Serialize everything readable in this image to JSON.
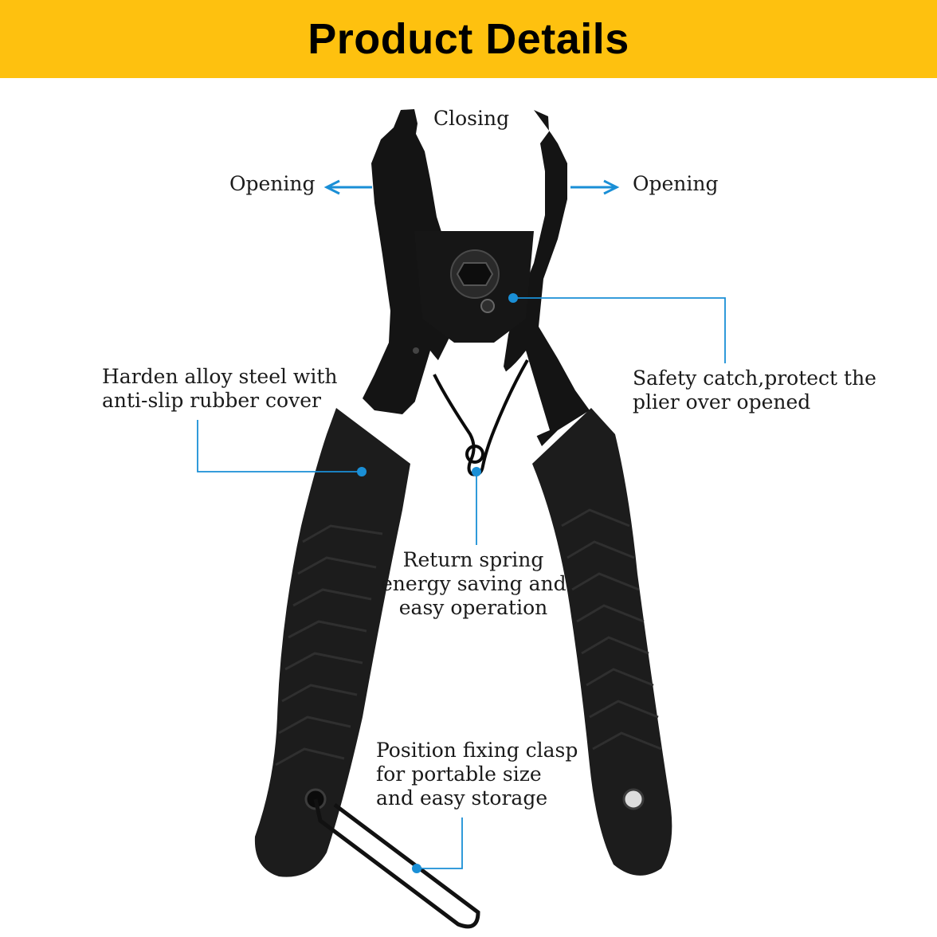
{
  "header": {
    "title": "Product Details"
  },
  "labels": {
    "closing": "Closing",
    "opening_left": "Opening",
    "opening_right": "Opening",
    "harden": [
      "Harden alloy steel with",
      "anti-slip rubber cover"
    ],
    "safety": [
      "Safety catch,protect the",
      "plier over opened"
    ],
    "spring": [
      "Return spring",
      "energy saving and",
      "easy operation"
    ],
    "clasp": [
      "Position fixing clasp",
      "for portable size",
      "and easy storage"
    ]
  },
  "colors": {
    "banner": "#fec10f",
    "callout": "#1a8fd6",
    "tool": "#111111",
    "grip": "#1c1c1c"
  },
  "icons": [
    "pliers-icon",
    "arrow-left-icon",
    "arrow-right-icon",
    "callout-dot-icon"
  ]
}
